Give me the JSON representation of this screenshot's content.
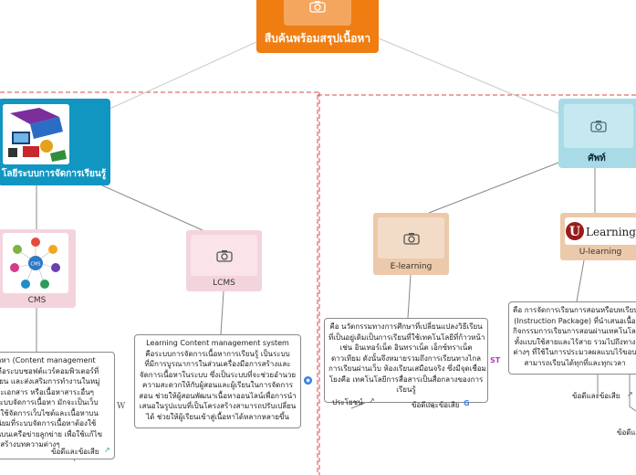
{
  "center": {
    "title": "สืบค้นพร้อมสรุปเนื้อหา",
    "icon": "camera-icon"
  },
  "cms_main": {
    "title": "โลยีระบบการจัดการเรียนรู้"
  },
  "term_main": {
    "title": "ศัพท์",
    "icon": "camera-icon"
  },
  "cms": {
    "title": "CMS",
    "image_labels": [
      "CMS"
    ],
    "note_lines": [
      "นื้อหา (Content management",
      ") คือระบบซอฟต์แวร์คอมพิวเตอร์ที่",
      "เขียน และส่งเสริมการทำงานในหมู่",
      "สาะเอกสาร หรือเนื้อหาสาระอื่นๆ",
      "ะระบบจัดการเนื้อหา มักจะเป็นเว็บ",
      "ซึ่งใช้จัดการเว็บไซต์และเนื้อหาบน",
      "มนิยมที่ระบบจัดการเนื้อหาต้องใช้",
      "ยนบนเครือข่ายลูกข่าย เพื่อใช้แก้ไข",
      "ละสร้างบทความต่างๆ"
    ],
    "link_label": "ข้อดีและข้อเสีย"
  },
  "lcms": {
    "title": "LCMS",
    "note_lines": [
      "Learning Content management system",
      "คือระบบการจัดการเนื้อหาการเรียนรู้ เป็นระบบ",
      "ที่มีการบูรณาการในส่วนเครื่องมือการสร้างและ",
      "จัดการเนื้อหาในระบบ ซึ่งเป็นระบบที่จะช่วยอำนวย",
      "ความสะดวกให้กับผู้สอนและผู้เรียนในการจัดการ",
      "สอน ช่วยให้ผู้สอนพัฒนาเนื้อหาออนไลน์เพื่อการนำ",
      "เสนอในรูปแบบที่เป็นโครงสร้างสามารถปรับเปลี่ยน",
      "ได้ ช่วยให้ผู้เรียนเข้าสู่เนื้อหาได้หลากหลายขึ้น"
    ]
  },
  "elearning": {
    "title": "E-learning",
    "note_lines": [
      "คือ นวัตกรรมทางการศึกษาที่เปลี่ยนแปลงวิธีเรียน",
      "ที่เป็นอยู่เดิมเป็นการเรียนที่ใช้เทคโนโลยีที่ก้าวหน้า",
      "เช่น อินเทอร์เน็ต อินทราเน็ต เอ็กซ์ทราเน็ต",
      "ดาวเทียม ดังนั้นจึงหมายรวมถึงการเรียนทางไกล",
      "การเรียนผ่านเว็บ ห้องเรียนเสมือนจริง ซึ่งมีจุดเชื่อม",
      "โยงคือ เทคโนโลยีการสื่อสารเป็นสื่อกลางของการ",
      "เรียนรู้"
    ],
    "link_label_benefit": "ประโยชน์",
    "link_label_proscons": "ข้อดีและข้อเสีย"
  },
  "ulearning": {
    "title": "U-learning",
    "logo_letter": "U",
    "logo_text": "Learning",
    "note_lines": [
      "คือ การจัดการเรียนการสอนหรือบทเรียน",
      "(Instruction Package) ที่นำเสนอเนื้อ",
      "กิจกรรมการเรียนการสอนผ่านเทคโนโลยี",
      "ทั้งแบบใช้สายและไร้สาย รวมไปถึงทาง",
      "ต่างๆ ที่ใช้ในการประมวลผลแบบไร้ขอบ",
      "สามารถเรียนได้ทุกที่และทุกเวลา"
    ],
    "link_label": "ข้อดีและข้อเสีย",
    "link_label_2": "ข้อดีแ"
  },
  "colors": {
    "center": "#ef7d12",
    "cms_main": "#1196c2",
    "term_main": "#a9dbe6",
    "pink_node": "#f4d4dc",
    "tan_node": "#ecc9aa",
    "boundary": "#d94a4a"
  }
}
